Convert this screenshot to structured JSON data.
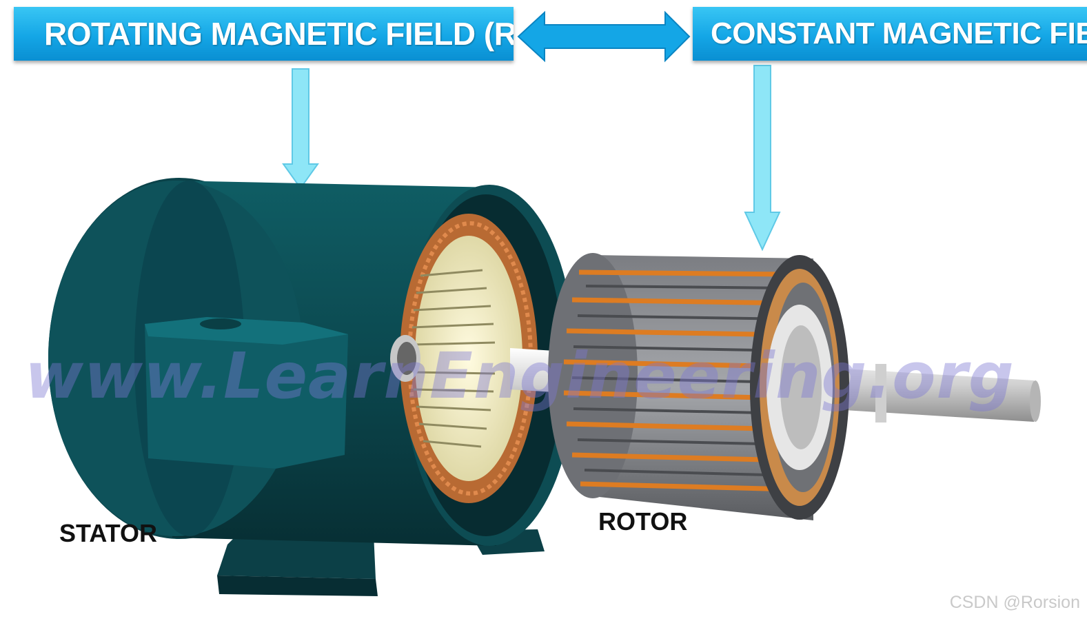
{
  "banners": {
    "left": "ROTATING MAGNETIC FIELD (RMF)",
    "right": "CONSTANT  MAGNETIC FIE"
  },
  "labels": {
    "stator": "STATOR",
    "rotor": "ROTOR"
  },
  "watermark": "www.LearnEngineering.org",
  "credit": "CSDN @Rorsion",
  "colors": {
    "banner": "#14a6e6",
    "arrow": "#7fe0f5",
    "stator_body": "#0d4a50",
    "copper": "#c8723a",
    "rotor_bar": "#d9791f",
    "laminations": "#8a8c90",
    "shaft": "#d8d8d8",
    "core": "#f3eebd"
  }
}
